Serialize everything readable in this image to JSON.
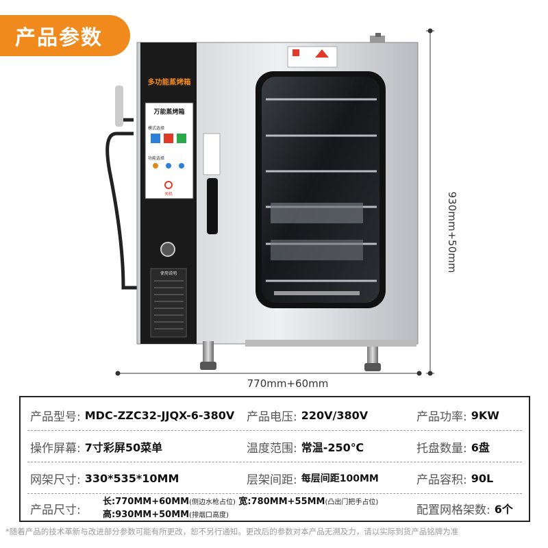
{
  "badge": "产品参数",
  "oven": {
    "panel_title": "多功能蒸烤箱",
    "screen_title": "万能蒸烤箱",
    "screen_mode_label": "模式选择",
    "screen_func_label": "功能选择",
    "screen_power_label": "关机",
    "notice_title": "使用说明"
  },
  "dimensions": {
    "height": "930mm+50mm",
    "width": "770mm+60mm"
  },
  "specs": {
    "row1": [
      {
        "label": "产品型号:",
        "value": "MDC-ZZC32-JJQX-6-380V"
      },
      {
        "label": "产品电压:",
        "value": "220V/380V"
      },
      {
        "label": "产品功率:",
        "value": "9KW"
      }
    ],
    "row2": [
      {
        "label": "操作屏幕:",
        "value": "7寸彩屏50菜单"
      },
      {
        "label": "温度范围:",
        "value": "常温-250℃"
      },
      {
        "label": "托盘数量:",
        "value": "6盘"
      }
    ],
    "row3": [
      {
        "label": "网架尺寸:",
        "value": "330*535*10MM"
      },
      {
        "label": "层架间距:",
        "value": "每层间距100MM"
      },
      {
        "label": "产品容积:",
        "value": "90L"
      }
    ],
    "row4": {
      "label": "产品尺寸:",
      "length": "长:770MM+60MM",
      "length_note": "(侧边水枪占位)",
      "width": "宽:780MM+55MM",
      "width_note": "(凸出门把手占位)",
      "height": "高:930MM+50MM",
      "height_note": "(排烟口高度)",
      "config_label": "配置网格架数:",
      "config_value": "6个"
    }
  },
  "footnote": "*随着产品的技术革新与改进部分参数可能有所更改，恕不另行通知。更改后的参数对本产品无溯及力，请以实际到货产品铭牌为准"
}
